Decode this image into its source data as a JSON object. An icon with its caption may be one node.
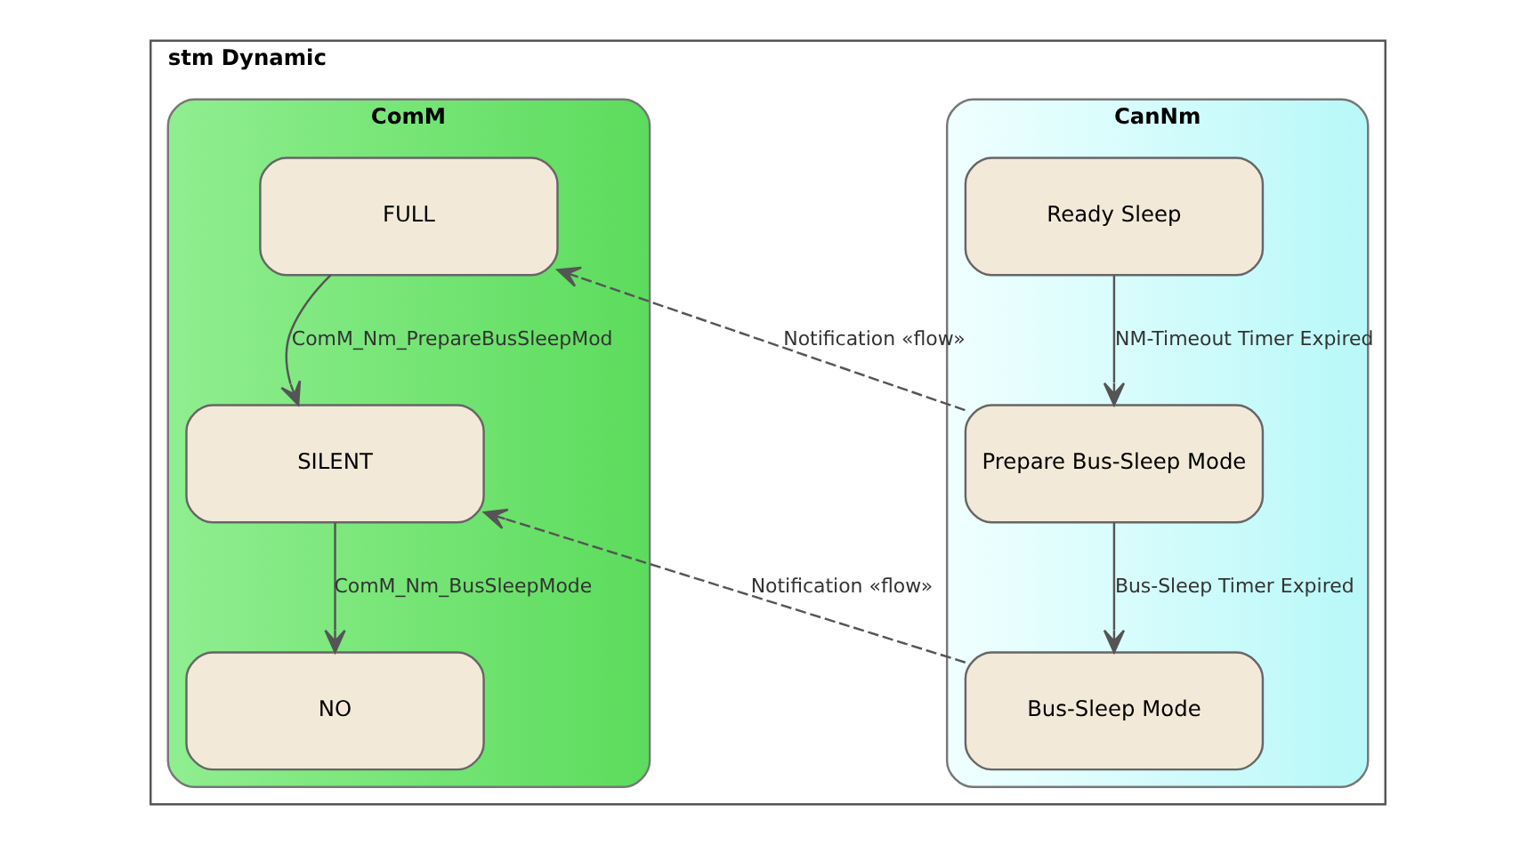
{
  "diagram": {
    "nodes": [
      {
        "text": [
          "stm Dynamic"
        ]
      },
      {
        "text": [
          "CanNm"
        ],
        "in": 0
      },
      {
        "text": [
          "Ready Sleep"
        ],
        "in": 1
      },
      {
        "text": [
          "Prepare Bus-Sleep Mode"
        ],
        "in": 1
      },
      {
        "text": [
          "Bus-Sleep Mode"
        ],
        "in": 1
      },
      {
        "text": [
          "ComM"
        ],
        "in": 0
      },
      {
        "text": [
          "FULL"
        ],
        "in": 5
      },
      {
        "text": [
          "SILENT"
        ],
        "in": 5
      },
      {
        "text": [
          "NO"
        ],
        "in": 5
      }
    ],
    "edges": [
      {
        "from": 2,
        "to": 3,
        "arrow": "to",
        "label": "NM-Timeout Timer Expired"
      },
      {
        "from": 3,
        "to": 4,
        "arrow": "to",
        "label": "Bus-Sleep Timer Expired"
      },
      {
        "from": 6,
        "to": 7,
        "arrow": "to",
        "label": "ComM_Nm_PrepareBusSleepMod"
      },
      {
        "from": 7,
        "to": 8,
        "arrow": "to",
        "label": "ComM_Nm_BusSleepMode"
      },
      {
        "from": 3,
        "to": 6,
        "arrow": "to",
        "style": "dashed",
        "label": "Notification «flow»"
      },
      {
        "from": 4,
        "to": 7,
        "arrow": "to",
        "style": "dashed",
        "label": "Notification «flow»"
      }
    ]
  }
}
